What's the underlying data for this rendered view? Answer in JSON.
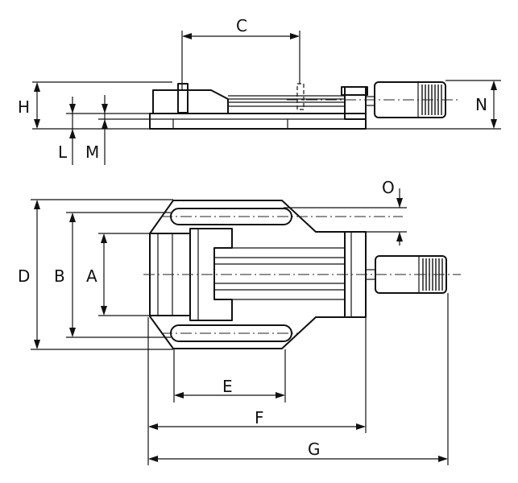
{
  "labels": {
    "C": "C",
    "H": "H",
    "L": "L",
    "M": "M",
    "N": "N",
    "O": "O",
    "D": "D",
    "B": "B",
    "A": "A",
    "E": "E",
    "F": "F",
    "G": "G"
  }
}
